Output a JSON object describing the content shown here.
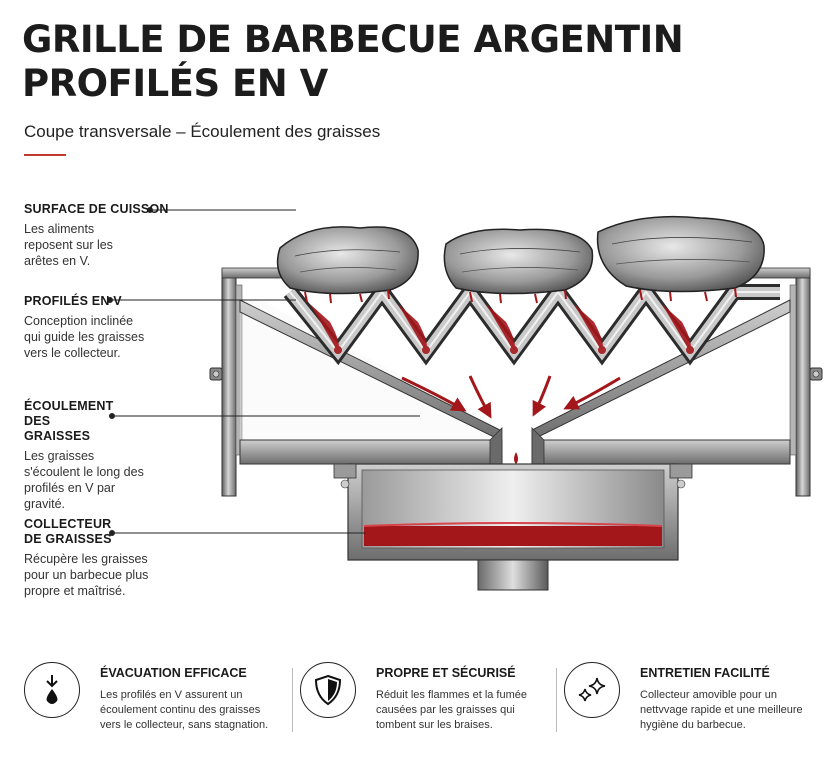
{
  "title": {
    "line1": "GRILLE DE BARBECUE ARGENTIN",
    "line2": "PROFILÉS EN V"
  },
  "subtitle": "Coupe transversale – Écoulement des graisses",
  "callouts": [
    {
      "heading": "SURFACE DE CUISSON",
      "text": "Les aliments reposent sur les arêtes en V."
    },
    {
      "heading": "PROFILÉS EN V",
      "text": "Conception inclinée qui guide les graisses vers le collecteur."
    },
    {
      "heading": "ÉCOULEMENT DES GRAISSES",
      "text": "Les graisses s'écoulent le long des profilés en V par gravité."
    },
    {
      "heading": "COLLECTEUR DE GRAISSES",
      "text": "Récupère les graisses pour un barbecue plus propre et maîtrisé."
    }
  ],
  "features": [
    {
      "icon": "drop-arrow-icon",
      "heading": "ÉVACUATION EFFICACE",
      "text": "Les profilés en V assurent un écoulement continu des graisses vers le collecteur, sans stagnation."
    },
    {
      "icon": "shield-icon",
      "heading": "PROPRE ET SÉCURISÉ",
      "text": "Réduit les flammes et la fumée causées par les graisses qui tombent sur les braises."
    },
    {
      "icon": "sparkle-icon",
      "heading": "ENTRETIEN FACILITÉ",
      "text": "Collecteur amovible pour un nettvvage rapide et une meilleure hygiène du barbecue."
    }
  ],
  "colors": {
    "accent": "#c0392b",
    "grease": "#a3161a",
    "steel": "#8f8f8f",
    "text": "#1a1a1a"
  }
}
